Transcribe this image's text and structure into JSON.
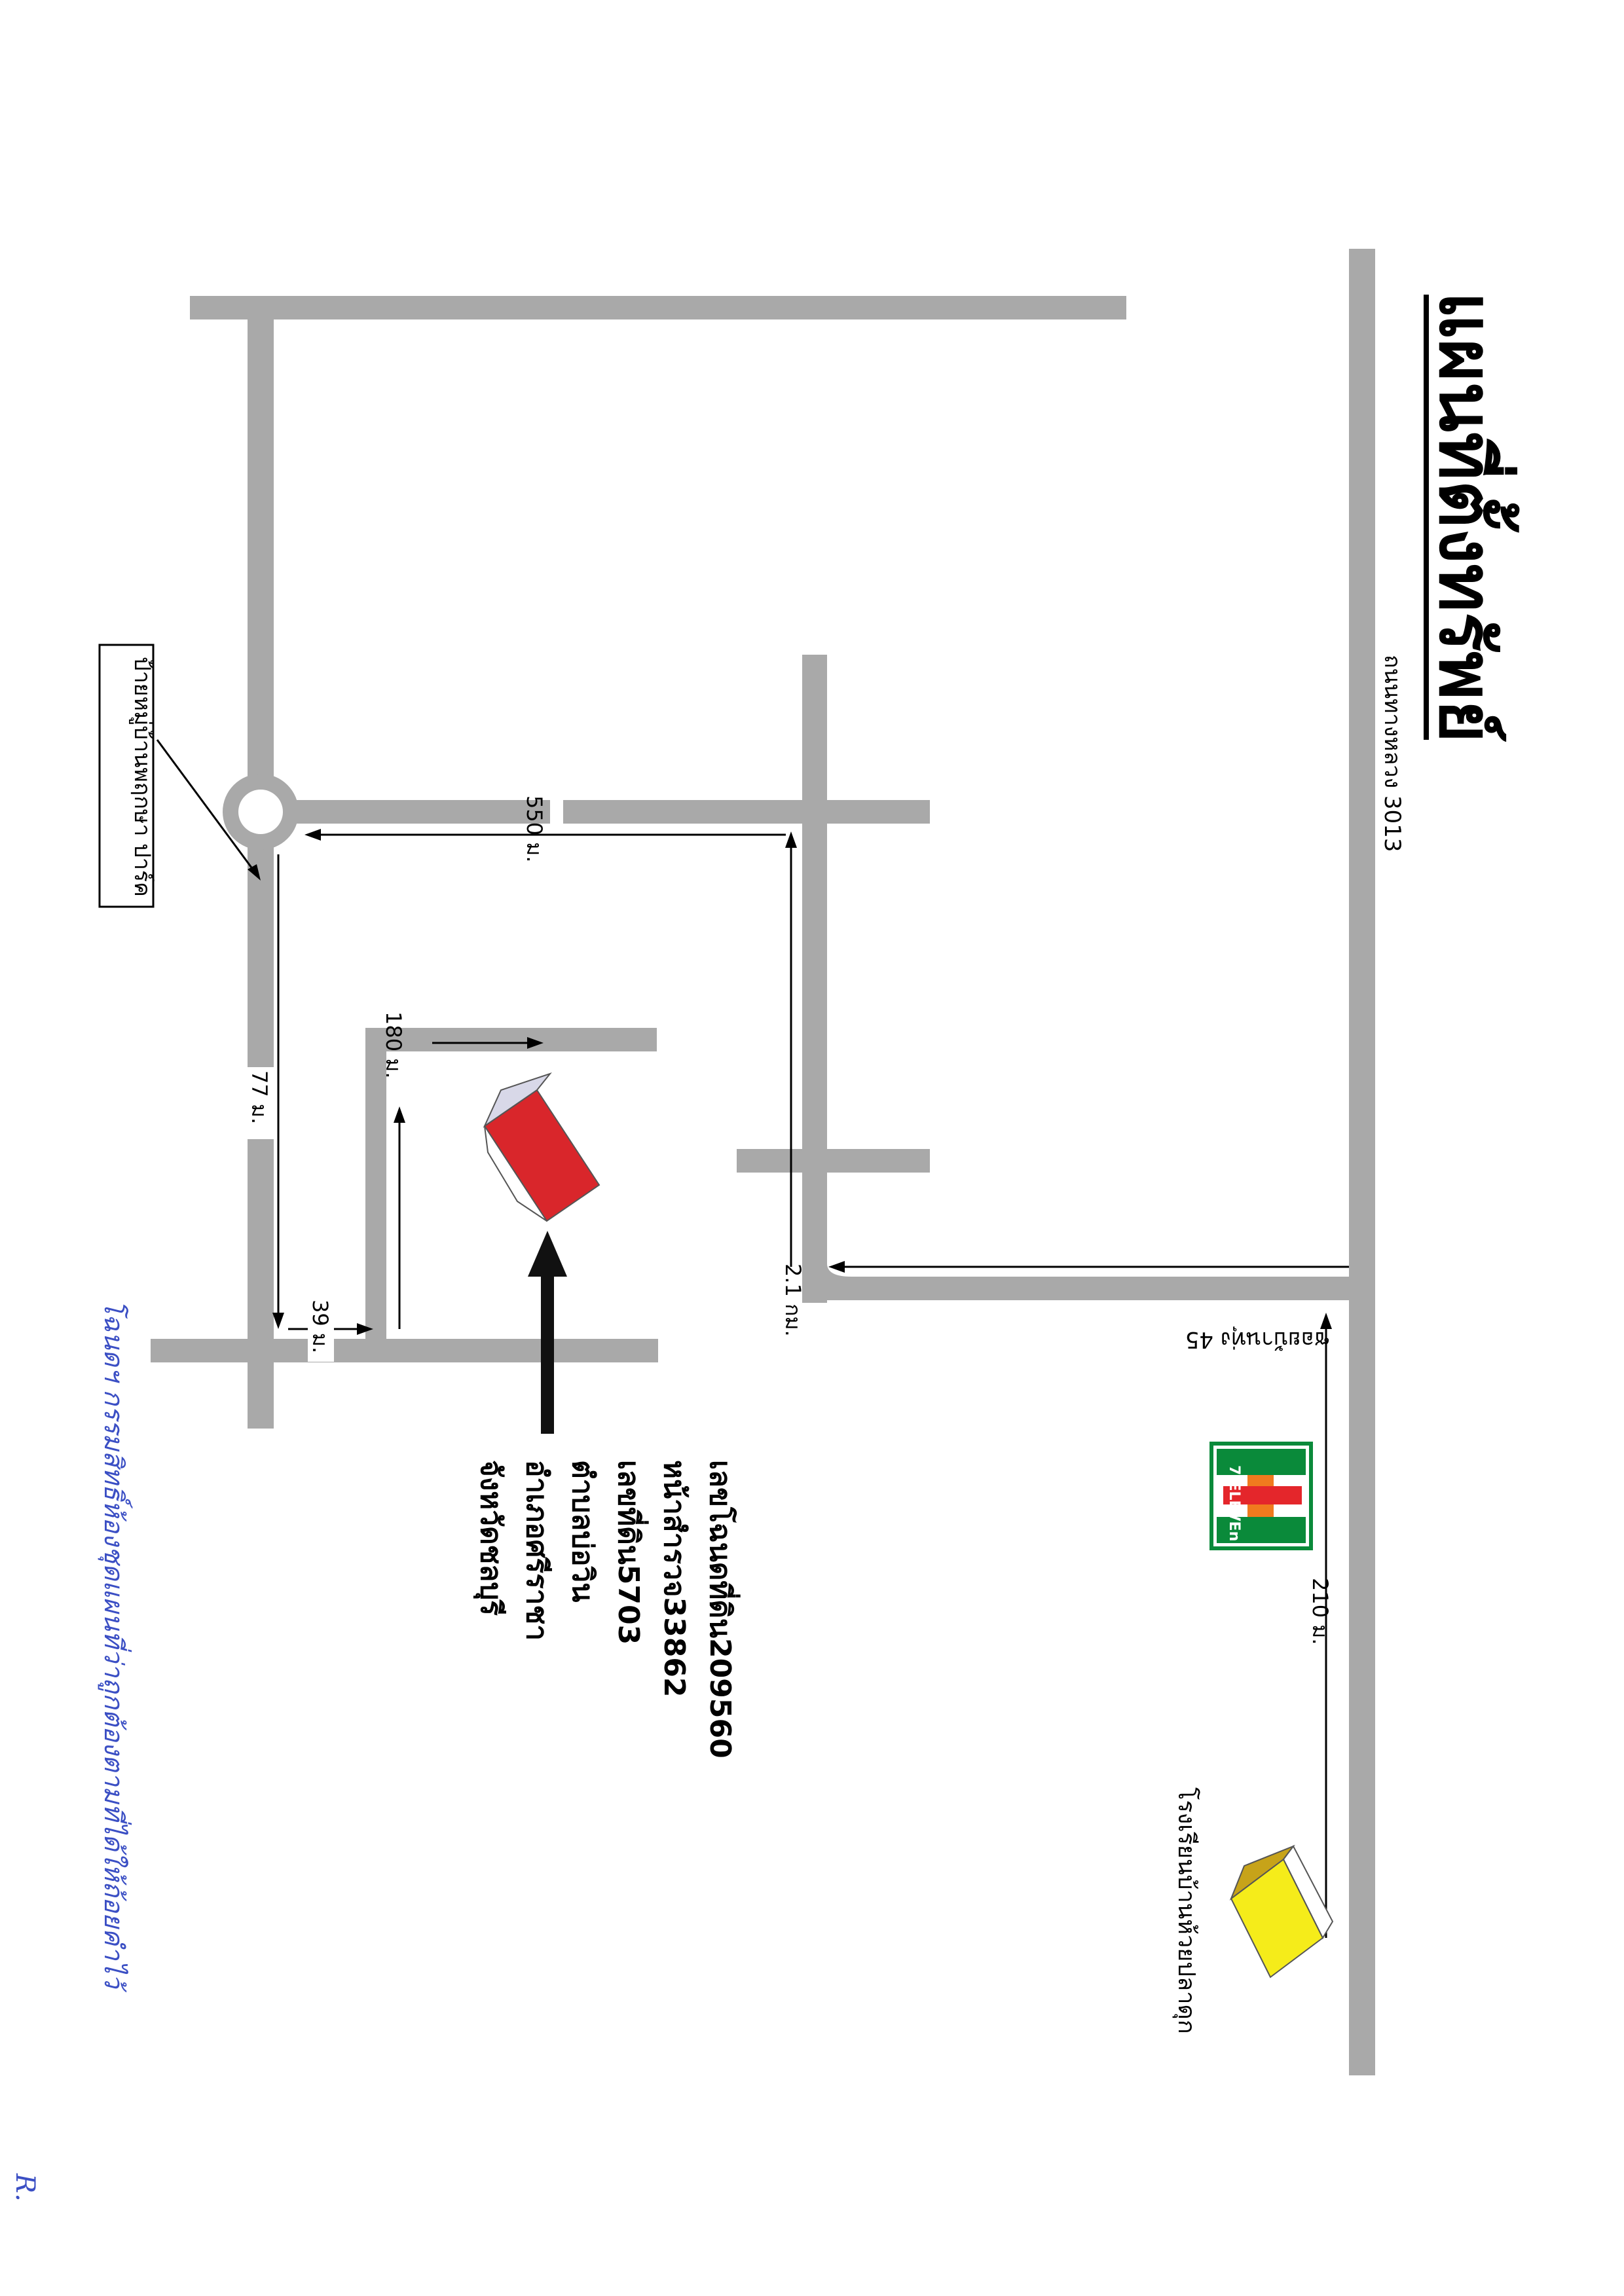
{
  "title": "แผนที่ตั้งทรัพย์",
  "roads": {
    "highway": "ถนนทางหลวง 3013",
    "soi": "ซอยบ้านทุ่ง 45"
  },
  "landmarks": {
    "roundabout_sign": "ป้ายหมู่บ้านพฤกษา ปาร์ค",
    "school": "โรงเรียนบ้านห้วยปลาดุก",
    "store": "7-ELEVEn"
  },
  "distances": {
    "d210": "210 ม.",
    "d2_1": "2.1 กม.",
    "d550": "550 ม.",
    "d180": "180 ม.",
    "d77": "77 ม.",
    "d39": "39 ม."
  },
  "property": {
    "line1": "เลขโฉนดที่ดิน209560",
    "line2": "หน้าสำรวจ33862",
    "line3": "เลขที่ดิน5703",
    "line4": "ตำบลบ่อวิน",
    "line5": "อำเภอศรีราชา",
    "line6": "จังหวัดชลบุรี"
  },
  "handwritten_note": "โฉนดฯ กรรมสิทธิ์ห้องชุดแผนที่ว่าถูกต้องตามที่ได้ให้ถ้อยคำไว้",
  "handwritten_initial": "R.",
  "colors": {
    "road": "#a9a9a9",
    "property_front": "#d9262b",
    "school_front": "#f5ec1a",
    "store_green": "#0a8a3a",
    "store_orange": "#f07a1e",
    "store_red": "#e4262b",
    "handwriting": "#3b4fc4"
  }
}
